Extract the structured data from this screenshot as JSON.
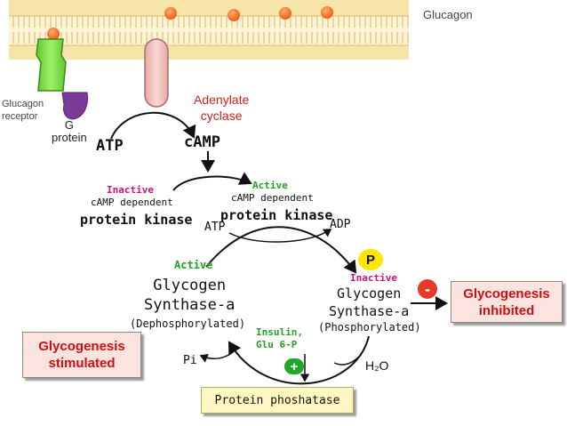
{
  "labels": {
    "glucagon": "Glucagon",
    "glucagon_receptor_line1": "Glucagon",
    "glucagon_receptor_line2": "receptor",
    "g_protein_line1": "G",
    "g_protein_line2": "protein",
    "adenylate_cyclase_line1": "Adenylate",
    "adenylate_cyclase_line2": "cyclase",
    "atp_main": "ATP",
    "camp": "cAMP",
    "inactive_top": "Inactive",
    "active_top": "Active",
    "camp_dependent_left": "cAMP dependent",
    "camp_dependent_right": "cAMP dependent",
    "pk_left": "protein kinase",
    "pk_right": "protein kinase",
    "atp_small": "ATP",
    "adp": "ADP",
    "phospho_badge": "P",
    "inactive_right": "Inactive",
    "active_left": "Active",
    "gs_left_line1": "Glycogen",
    "gs_left_line2": "Synthase-a",
    "gs_right_line1": "Glycogen",
    "gs_right_line2": "Synthase-a",
    "dephosphorylated": "(Dephosphorylated)",
    "phosphorylated": "(Phosphorylated)",
    "insulin_line1": "Insulin,",
    "insulin_line2": "Glu 6-P",
    "pi": "Pi",
    "h2o": "H₂O",
    "protein_phosphatase": "Protein phoshatase",
    "glycogenesis_stimulated_line1": "Glycogenesis",
    "glycogenesis_stimulated_line2": "stimulated",
    "glycogenesis_inhibited_line1": "Glycogenesis",
    "glycogenesis_inhibited_line2": "inhibited",
    "minus_sign": "-",
    "plus_sign": "+"
  },
  "colors": {
    "membrane": "#f7e4a8",
    "membrane_border": "#d9b96a",
    "receptor": "#7fe04a",
    "g_protein": "#7b3a96",
    "cyclase": "#f7c4c0",
    "glucagon_molecule": "#ff7a1a",
    "active_green": "#22a022",
    "inactive_pink": "#cc1177",
    "stimulated_box": "#fbe3e0",
    "phosphatase_box": "#fff7c2",
    "phospho_badge": "#ffe600",
    "minus_badge": "#e83828",
    "plus_badge": "#22a62a"
  }
}
